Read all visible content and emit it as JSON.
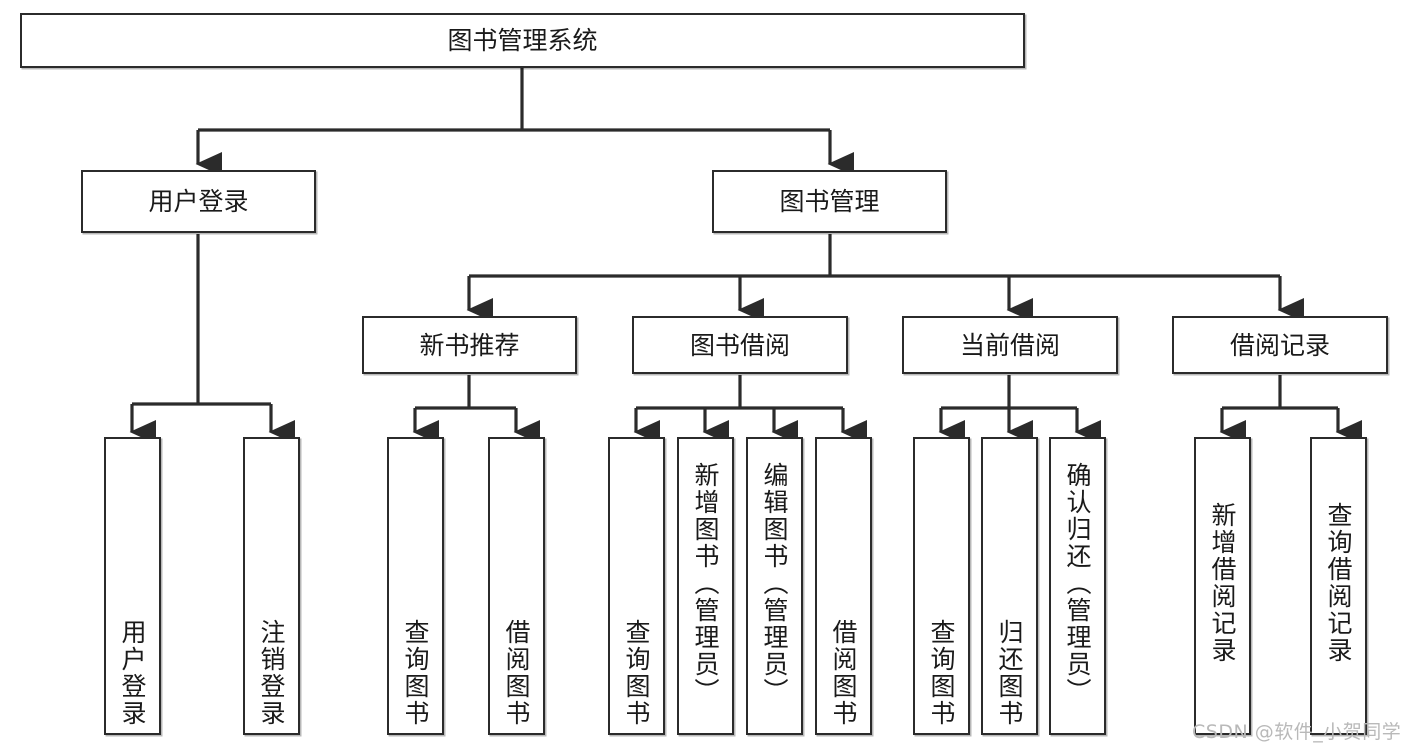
{
  "diagram": {
    "title": "图书管理系统",
    "type": "hierarchy-tree",
    "levels": 4,
    "nodes": [
      {
        "id": "root",
        "label": "图书管理系统",
        "level": 0,
        "orientation": "horizontal"
      },
      {
        "id": "user-login",
        "label": "用户登录",
        "level": 1,
        "orientation": "horizontal"
      },
      {
        "id": "book-mgmt",
        "label": "图书管理",
        "level": 1,
        "orientation": "horizontal"
      },
      {
        "id": "new-book-rec",
        "label": "新书推荐",
        "level": 2,
        "orientation": "horizontal"
      },
      {
        "id": "book-borrow",
        "label": "图书借阅",
        "level": 2,
        "orientation": "horizontal"
      },
      {
        "id": "current-borrow",
        "label": "当前借阅",
        "level": 2,
        "orientation": "horizontal"
      },
      {
        "id": "borrow-record",
        "label": "借阅记录",
        "level": 2,
        "orientation": "horizontal"
      },
      {
        "id": "leaf-1",
        "label": "用户登录",
        "level": 3,
        "orientation": "vertical",
        "parent": "user-login"
      },
      {
        "id": "leaf-2",
        "label": "注销登录",
        "level": 3,
        "orientation": "vertical",
        "parent": "user-login"
      },
      {
        "id": "leaf-3",
        "label": "查询图书",
        "level": 3,
        "orientation": "vertical",
        "parent": "new-book-rec"
      },
      {
        "id": "leaf-4",
        "label": "借阅图书",
        "level": 3,
        "orientation": "vertical",
        "parent": "new-book-rec"
      },
      {
        "id": "leaf-5",
        "label": "查询图书",
        "level": 3,
        "orientation": "vertical",
        "parent": "book-borrow"
      },
      {
        "id": "leaf-6",
        "label": "新增图书（管理员）",
        "level": 3,
        "orientation": "vertical",
        "parent": "book-borrow"
      },
      {
        "id": "leaf-7",
        "label": "编辑图书（管理员）",
        "level": 3,
        "orientation": "vertical",
        "parent": "book-borrow"
      },
      {
        "id": "leaf-8",
        "label": "借阅图书",
        "level": 3,
        "orientation": "vertical",
        "parent": "book-borrow"
      },
      {
        "id": "leaf-9",
        "label": "查询图书",
        "level": 3,
        "orientation": "vertical",
        "parent": "current-borrow"
      },
      {
        "id": "leaf-10",
        "label": "归还图书",
        "level": 3,
        "orientation": "vertical",
        "parent": "current-borrow"
      },
      {
        "id": "leaf-11",
        "label": "确认归还（管理员）",
        "level": 3,
        "orientation": "vertical",
        "parent": "current-borrow"
      },
      {
        "id": "leaf-12",
        "label": "新增借阅记录",
        "level": 3,
        "orientation": "vertical",
        "parent": "borrow-record"
      },
      {
        "id": "leaf-13",
        "label": "查询借阅记录",
        "level": 3,
        "orientation": "vertical",
        "parent": "borrow-record"
      }
    ],
    "colors": {
      "node_border": "#2b2b2b",
      "node_fill": "#ffffff",
      "edge": "#2b2b2b",
      "text": "#1a1a1a",
      "watermark": "#b9b9b9",
      "background": "#ffffff"
    }
  },
  "watermark": {
    "text": "CSDN @软件_小贺同学"
  }
}
